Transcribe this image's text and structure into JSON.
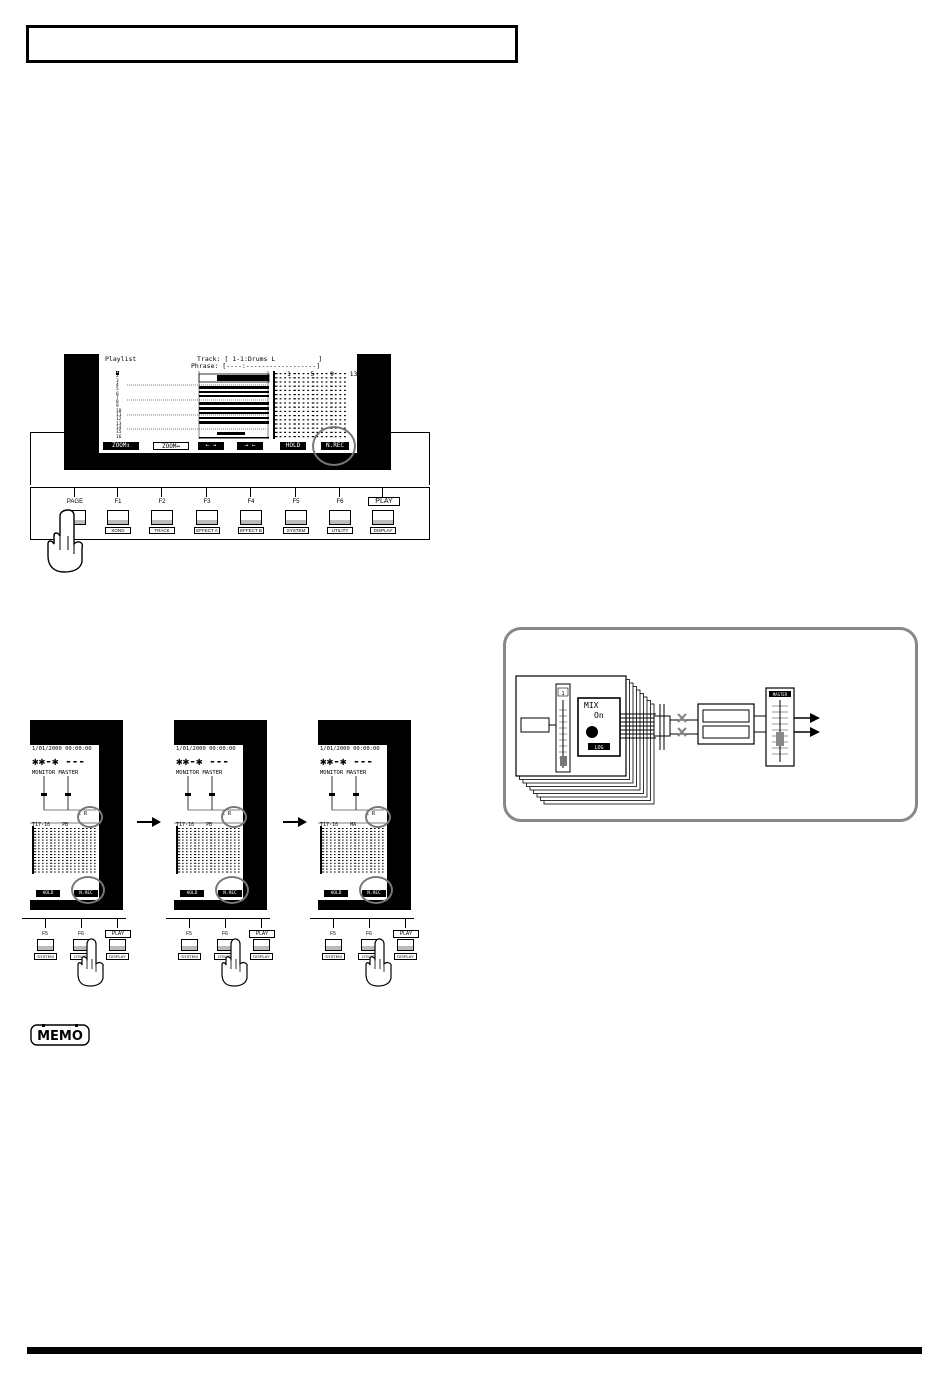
{
  "main_screen": {
    "title": "Playlist",
    "track_line": "Track: [ 1-1:Drums L           ]",
    "phrase_line": "Phrase: [----:------------------]",
    "ruler": "1     5    9    13",
    "track_numbers": [
      "1",
      "2",
      "3",
      "4",
      "5",
      "6",
      "7",
      "8",
      "9",
      "10",
      "11",
      "12",
      "13",
      "14",
      "15",
      "16"
    ],
    "softkeys": [
      "ZOOM↕",
      "ZOOM↔",
      "← →",
      "→ ←",
      "HOLD",
      "N.REC"
    ]
  },
  "panel": {
    "buttons": [
      {
        "label": "PAGE",
        "tag": ""
      },
      {
        "label": "F1",
        "tag": "SONG"
      },
      {
        "label": "F2",
        "tag": "TRACK"
      },
      {
        "label": "F3",
        "tag": "EFFECT A"
      },
      {
        "label": "F4",
        "tag": "EFFECT B"
      },
      {
        "label": "F5",
        "tag": "SYSTEM"
      },
      {
        "label": "F6",
        "tag": "UTILITY"
      },
      {
        "label": "PLAY",
        "tag": "DISPLAY"
      }
    ]
  },
  "mini_screens": [
    {
      "time": "1/01/2000 00:00:00",
      "big": "✱✱-✱ ---",
      "monitor": "MONITOR MASTER",
      "lr": "L R",
      "row": "T17-16    PB",
      "softkeys": [
        "HOLD",
        "N.REC"
      ]
    },
    {
      "time": "1/01/2000 00:00:00",
      "big": "✱✱-✱ ---",
      "monitor": "MONITOR MASTER",
      "lr": "L R",
      "row": "T17-16    PB",
      "softkeys": [
        "HOLD",
        "N.REC"
      ]
    },
    {
      "time": "1/01/2000 00:00:00",
      "big": "✱✱-✱ ---",
      "monitor": "MONITOR MASTER",
      "lr": "L R",
      "row": "T17-16    MA",
      "softkeys": [
        "HOLD",
        "N.REC"
      ]
    }
  ],
  "mini_panel": {
    "buttons": [
      {
        "label": "F5",
        "tag": "SYSTEM"
      },
      {
        "label": "F6",
        "tag": "UTILITY"
      },
      {
        "label": "PLAY",
        "tag": "DISPLAY"
      }
    ]
  },
  "diagram": {
    "channel_number": "1",
    "mix_title": "MIX",
    "mix_value": "On",
    "mix_knob_label": "LOG",
    "master_label": "MASTER"
  },
  "memo_label": "MEMO"
}
